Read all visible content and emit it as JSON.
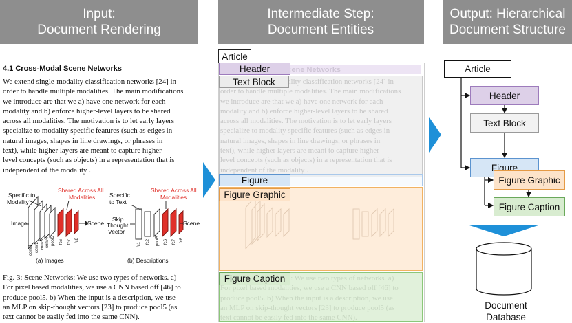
{
  "headers": {
    "input": [
      "Input:",
      "Document Rendering"
    ],
    "middle": [
      "Intermediate Step:",
      "Document Entities"
    ],
    "output": [
      "Output: Hierarchical",
      "Document Structure"
    ]
  },
  "document": {
    "section_title": "4.1   Cross-Modal Scene Networks",
    "body_lines": [
      "We extend single-modality classification networks [24] in",
      "order to handle multiple modalities. The main modifications",
      "we introduce are that we a) have one network for each",
      "modality and b) enforce higher-level layers to be shared",
      "across all modalities. The motivation is to let early layers",
      "specialize to modality specific features (such as edges in",
      "natural images, shapes in line drawings, or phrases in",
      "text), while higher layers are meant to capture higher-",
      "level concepts (such as objects) in a representation that is",
      "independent of the modality ."
    ],
    "figure": {
      "left_specific": [
        "Specific to",
        "Modality"
      ],
      "left_shared": [
        "Shared Across All",
        "Modalities"
      ],
      "left_input": "Image",
      "left_output": "Scene",
      "left_layers": [
        "conv1",
        "conv2",
        "conv3",
        "conv4",
        "pool5"
      ],
      "left_fc": [
        "fc6",
        "fc7",
        "fc8"
      ],
      "left_caption": "(a) Images",
      "right_specific": [
        "Specific",
        "to Text"
      ],
      "right_shared": [
        "Shared Across All",
        "Modalities"
      ],
      "right_input": [
        "Skip",
        "Thought",
        "Vector"
      ],
      "right_output": "Scene",
      "right_layers": [
        "fc1",
        "fc2",
        "pool5"
      ],
      "right_fc": [
        "fc6",
        "fc7",
        "fc8"
      ],
      "right_caption": "(b) Descriptions"
    },
    "caption_lines": [
      "Fig. 3: Scene Networks: We use two types of networks. a)",
      "For pixel based modalities, we use a CNN based off [46] to",
      "produce pool5. b) When the input is a description, we use",
      "an MLP on skip-thought vectors [23] to produce pool5 (as",
      "text cannot be easily fed into the same CNN)."
    ]
  },
  "entities": {
    "article": "Article",
    "header": "Header",
    "text_block": "Text Block",
    "figure": "Figure",
    "figure_graphic": "Figure Graphic",
    "figure_caption": "Figure Caption"
  },
  "tree": {
    "article": "Article",
    "header": "Header",
    "text_block": "Text Block",
    "figure": "Figure",
    "figure_graphic": "Figure Graphic",
    "figure_caption": "Figure Caption",
    "database": [
      "Document",
      "Database"
    ]
  },
  "colors": {
    "header_bar": "#8e8e8e",
    "arrow": "#1e90d8",
    "header_entity": "#ddd0e8",
    "text_block_entity": "#e6e6e6",
    "figure_entity": "#d6e6f6",
    "graphic_entity": "#fde3c9",
    "caption_entity": "#d8ecd0",
    "shared_red": "#e0302a"
  }
}
